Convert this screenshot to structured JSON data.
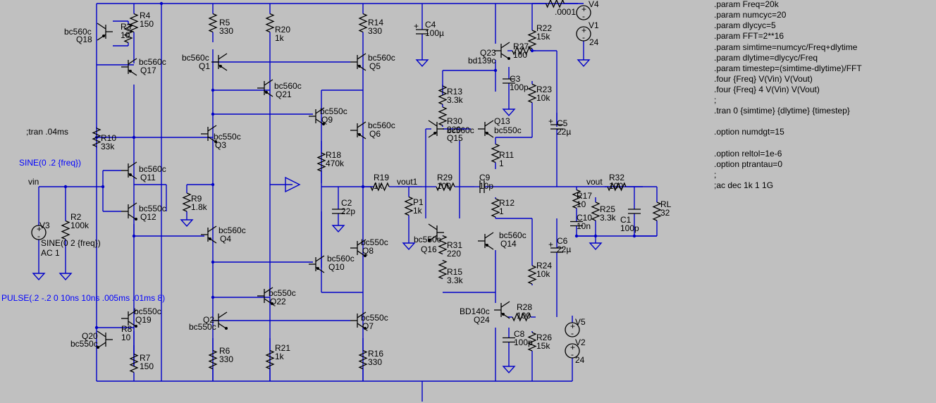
{
  "directives": [
    ".param Freq=20k",
    ".param numcyc=20",
    ".param dlycyc=5",
    ".param FFT=2**16",
    ".param simtime=numcyc/Freq+dlytime",
    ".param dlytime=dlycyc/Freq",
    ".param timestep=(simtime-dlytime)/FFT",
    ".four {Freq} V(Vin) V(Vout)",
    ".four {Freq} 4 V(Vin) V(Vout)",
    ";",
    ".tran 0 {simtime} {dlytime} {timestep}",
    "",
    ".option numdgt=15",
    "",
    ".option reltol=1e-6",
    ".option ptrantau=0",
    ";",
    ";ac dec 1k 1 1G"
  ],
  "comment_tran": ";tran .04ms",
  "sources": {
    "sine_top": "SINE(0 .2 {freq})",
    "sine_v3": "SINE(0 2 {freq})",
    "ac": "AC 1",
    "pulse": "PULSE(.2 -.2 0 10ns 10ns .005ms .01ms 8)"
  },
  "nets": {
    "vin": "vin",
    "vout1": "vout1",
    "vout": "vout"
  },
  "labels": [
    {
      "id": "R4",
      "name": "R4",
      "value": "150"
    },
    {
      "id": "R3",
      "name": "R3",
      "value": "10"
    },
    {
      "id": "Q18",
      "name": "Q18",
      "value": "bc560c"
    },
    {
      "id": "Q17",
      "name": "Q17",
      "value": "bc560c"
    },
    {
      "id": "R10",
      "name": "R10",
      "value": "33k"
    },
    {
      "id": "Q11",
      "name": "Q11",
      "value": "bc560c"
    },
    {
      "id": "Q12",
      "name": "Q12",
      "value": "bc550c"
    },
    {
      "id": "R2",
      "name": "R2",
      "value": "100k"
    },
    {
      "id": "V3",
      "name": "V3",
      "value": ""
    },
    {
      "id": "Q19",
      "name": "Q19",
      "value": "bc550c"
    },
    {
      "id": "Q20",
      "name": "Q20",
      "value": "bc550c"
    },
    {
      "id": "R8",
      "name": "R8",
      "value": "10"
    },
    {
      "id": "R7",
      "name": "R7",
      "value": "150"
    },
    {
      "id": "R5",
      "name": "R5",
      "value": "330"
    },
    {
      "id": "Q1",
      "name": "Q1",
      "value": "bc560c"
    },
    {
      "id": "Q3",
      "name": "Q3",
      "value": "bc550c"
    },
    {
      "id": "R9",
      "name": "R9",
      "value": "1.8k"
    },
    {
      "id": "Q4",
      "name": "Q4",
      "value": "bc560c"
    },
    {
      "id": "Q2",
      "name": "Q2",
      "value": "bc550c"
    },
    {
      "id": "R6",
      "name": "R6",
      "value": "330"
    },
    {
      "id": "R20",
      "name": "R20",
      "value": "1k"
    },
    {
      "id": "Q21",
      "name": "Q21",
      "value": "bc560c"
    },
    {
      "id": "Q22",
      "name": "Q22",
      "value": "bc550c"
    },
    {
      "id": "R21",
      "name": "R21",
      "value": "1k"
    },
    {
      "id": "R14",
      "name": "R14",
      "value": "330"
    },
    {
      "id": "Q5",
      "name": "Q5",
      "value": "bc560c"
    },
    {
      "id": "Q9",
      "name": "Q9",
      "value": "bc550c"
    },
    {
      "id": "Q6",
      "name": "Q6",
      "value": "bc560c"
    },
    {
      "id": "R18",
      "name": "R18",
      "value": "470k"
    },
    {
      "id": "C2",
      "name": "C2",
      "value": "22p"
    },
    {
      "id": "Q8",
      "name": "Q8",
      "value": "bc550c"
    },
    {
      "id": "Q10",
      "name": "Q10",
      "value": "bc560c"
    },
    {
      "id": "Q7",
      "name": "Q7",
      "value": "bc550c"
    },
    {
      "id": "R16",
      "name": "R16",
      "value": "330"
    },
    {
      "id": "C4",
      "name": "C4",
      "value": "100µ"
    },
    {
      "id": "R19",
      "name": "R19",
      "value": "1k"
    },
    {
      "id": "P1",
      "name": "P1",
      "value": "1k"
    },
    {
      "id": "R29",
      "name": "R29",
      "value": "100"
    },
    {
      "id": "C9",
      "name": "C9",
      "value": "10p"
    },
    {
      "id": "Q23",
      "name": "Q23",
      "value": "bd139c"
    },
    {
      "id": "R27",
      "name": "R27",
      "value": "100"
    },
    {
      "id": "C3",
      "name": "C3",
      "value": "100p"
    },
    {
      "id": "R23",
      "name": "R23",
      "value": "10k"
    },
    {
      "id": "R22",
      "name": "R22",
      "value": "15k"
    },
    {
      "id": "R13",
      "name": "R13",
      "value": "3.3k"
    },
    {
      "id": "R30",
      "name": "R30",
      "value": "220"
    },
    {
      "id": "Q15",
      "name": "Q15",
      "value": "bc560c"
    },
    {
      "id": "Q13",
      "name": "Q13",
      "value": "bc550c"
    },
    {
      "id": "C5",
      "name": "C5",
      "value": "22µ"
    },
    {
      "id": "R11",
      "name": "R11",
      "value": "1"
    },
    {
      "id": "R12",
      "name": "R12",
      "value": "1"
    },
    {
      "id": "Q16",
      "name": "Q16",
      "value": "bc550c"
    },
    {
      "id": "R31",
      "name": "R31",
      "value": "220"
    },
    {
      "id": "R15",
      "name": "R15",
      "value": "3.3k"
    },
    {
      "id": "Q14",
      "name": "Q14",
      "value": "bc560c"
    },
    {
      "id": "C6",
      "name": "C6",
      "value": "22µ"
    },
    {
      "id": "R24",
      "name": "R24",
      "value": "10k"
    },
    {
      "id": "Q24",
      "name": "Q24",
      "value": "BD140c"
    },
    {
      "id": "R28",
      "name": "R28",
      "value": "100"
    },
    {
      "id": "C8",
      "name": "C8",
      "value": "100p"
    },
    {
      "id": "R26",
      "name": "R26",
      "value": "15k"
    },
    {
      "id": "R17",
      "name": "R17",
      "value": "10"
    },
    {
      "id": "C10",
      "name": "C10",
      "value": "10n"
    },
    {
      "id": "R25",
      "name": "R25",
      "value": "3.3k"
    },
    {
      "id": "R32",
      "name": "R32",
      "value": "100"
    },
    {
      "id": "C1",
      "name": "C1",
      "value": "100p"
    },
    {
      "id": "RL",
      "name": "RL",
      "value": "32"
    },
    {
      "id": "V4",
      "name": "V4",
      "value": ".0001"
    },
    {
      "id": "V1",
      "name": "V1",
      "value": "24"
    },
    {
      "id": "V5",
      "name": "V5",
      "value": ""
    },
    {
      "id": "V2",
      "name": "V2",
      "value": "24"
    }
  ]
}
